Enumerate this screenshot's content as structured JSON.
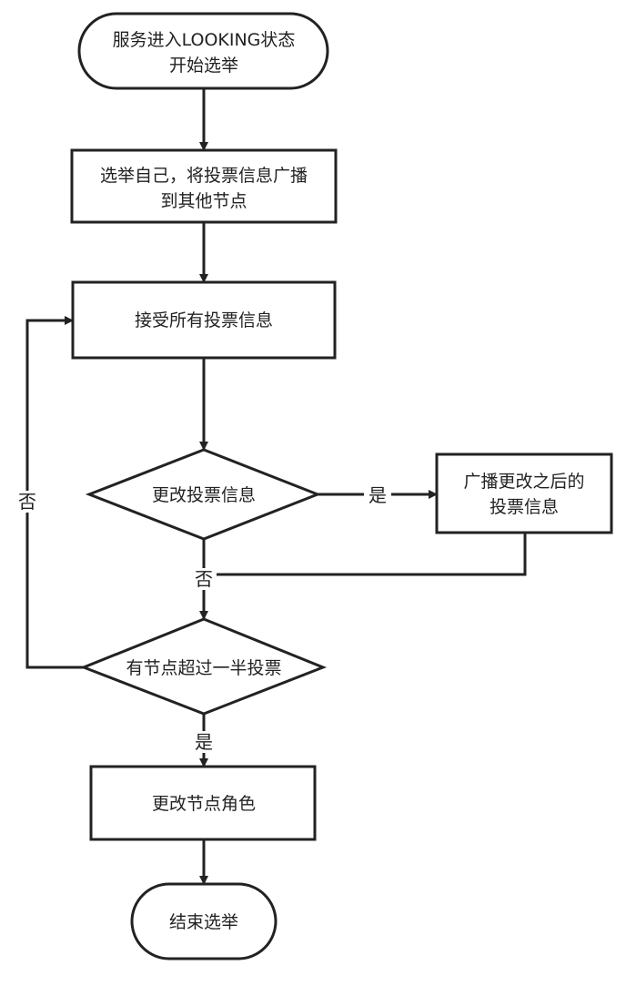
{
  "nodes": {
    "start": {
      "line1": "服务进入LOOKING状态",
      "line2": "开始选举"
    },
    "vote_self": {
      "line1": "选举自己，将投票信息广播",
      "line2": "到其他节点"
    },
    "receive": {
      "text": "接受所有投票信息"
    },
    "change_decision": {
      "text": "更改投票信息"
    },
    "broadcast_change": {
      "line1": "广播更改之后的",
      "line2": "投票信息"
    },
    "majority_decision": {
      "text": "有节点超过一半投票"
    },
    "change_role": {
      "text": "更改节点角色"
    },
    "end": {
      "text": "结束选举"
    }
  },
  "edges": {
    "change_yes": "是",
    "change_no": "否",
    "majority_no": "否",
    "majority_yes": "是"
  }
}
